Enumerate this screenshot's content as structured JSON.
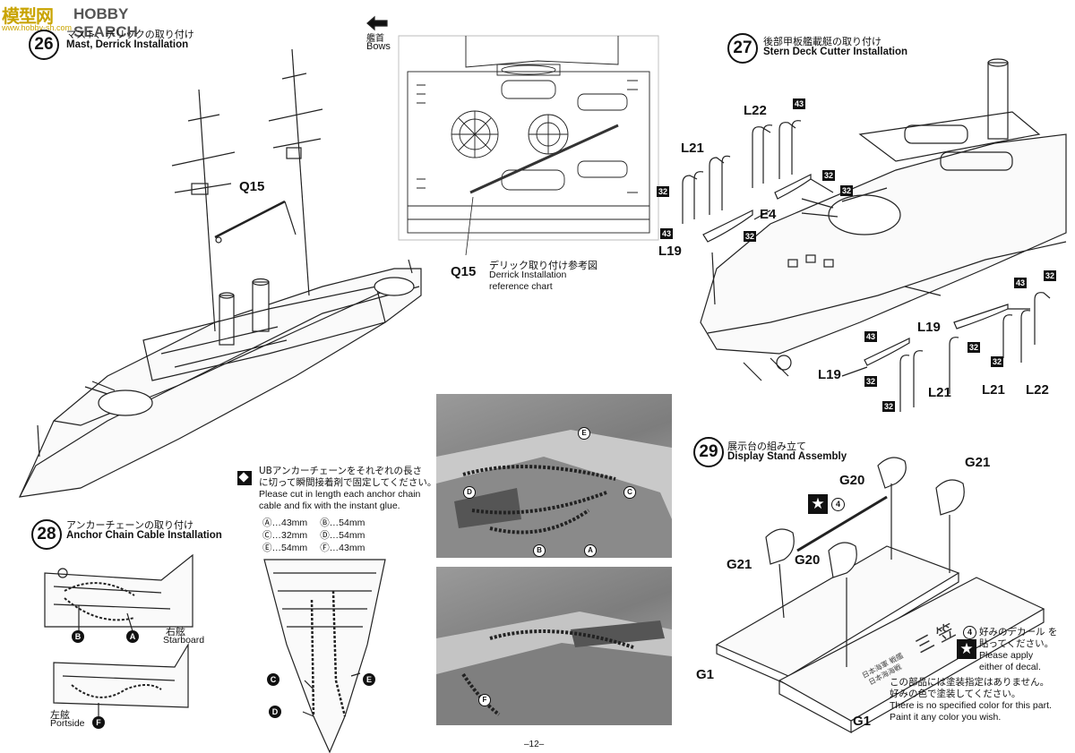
{
  "watermark": {
    "logo": "模型网",
    "site": "HOBBY SEARCH",
    "url": "www.hobby-sh.com"
  },
  "steps": {
    "s26": {
      "number": "26",
      "jp": "マスト、デリックの取り付け",
      "en": "Mast, Derrick Installation"
    },
    "s27": {
      "number": "27",
      "jp": "後部甲板艦載艇の取り付け",
      "en": "Stern Deck Cutter Installation"
    },
    "s28": {
      "number": "28",
      "jp": "アンカーチェーンの取り付け",
      "en": "Anchor Chain Cable Installation"
    },
    "s29": {
      "number": "29",
      "jp": "展示台の組み立て",
      "en": "Display Stand Assembly"
    }
  },
  "bows": {
    "jp": "艦首",
    "en": "Bows"
  },
  "derrick_ref": {
    "part": "Q15",
    "jp": "デリック取り付け参考図",
    "en1": "Derrick Installation",
    "en2": "reference chart"
  },
  "parts": {
    "q15": "Q15",
    "l21": "L21",
    "l22": "L22",
    "l19": "L19",
    "e4": "E4",
    "n32": "32",
    "n43": "43",
    "g20": "G20",
    "g21": "G21",
    "g1": "G1"
  },
  "anchor_note": {
    "jp1": "UBアンカーチェーンをそれぞれの長さ",
    "jp2": "に切って瞬間接着剤で固定してください。",
    "en1": "Please cut in length each anchor chain",
    "en2": "cable and fix with the instant glue."
  },
  "lengths": [
    {
      "a": "Ⓐ…43mm",
      "b": "Ⓑ…54mm"
    },
    {
      "a": "Ⓒ…32mm",
      "b": "Ⓓ…54mm"
    },
    {
      "a": "Ⓔ…54mm",
      "b": "Ⓕ…43mm"
    }
  ],
  "letters": {
    "a": "A",
    "b": "B",
    "c": "C",
    "d": "D",
    "e": "E",
    "f": "F"
  },
  "starboard": {
    "jp": "右舷",
    "en": "Starboard"
  },
  "portside": {
    "jp": "左舷",
    "en": "Portside"
  },
  "decal_note": {
    "num": "4",
    "jp1": "好みのデカール を",
    "jp2": "貼ってください。",
    "en1": "Please apply",
    "en2": "either of decal."
  },
  "color_note": {
    "jp1": "この部品には塗装指定はありません。",
    "jp2": "好みの色で塗装してください。",
    "en1": "There is no specified color for this part.",
    "en2": "Paint it any color you wish."
  },
  "stand_text": {
    "big": "三 笠",
    "small1": "日本海軍 戦艦",
    "small2": "日本海海戦"
  },
  "page_number": "–12–"
}
